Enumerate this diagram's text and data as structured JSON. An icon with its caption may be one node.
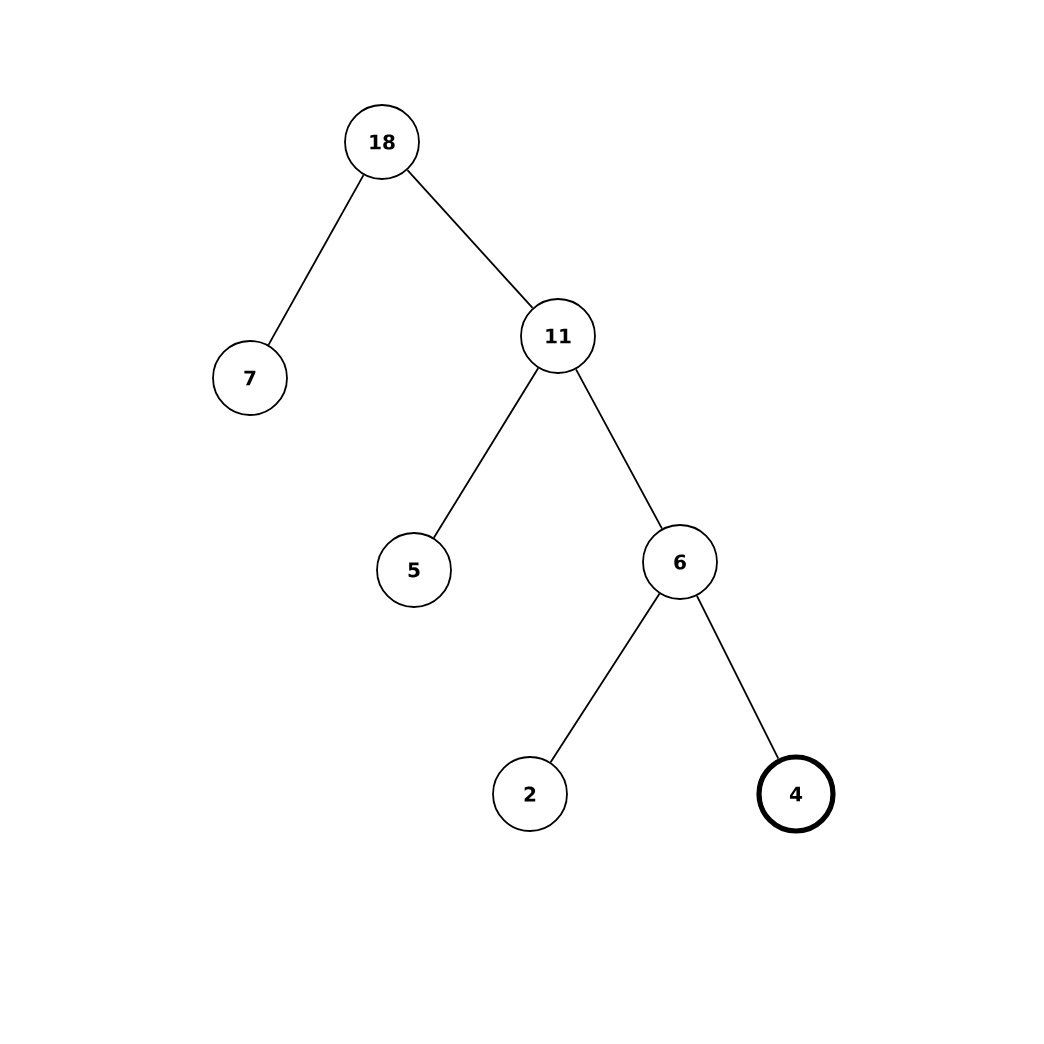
{
  "diagram": {
    "nodes": [
      {
        "text": [
          "18"
        ]
      },
      {
        "text": [
          "7"
        ]
      },
      {
        "text": [
          "11"
        ]
      },
      {
        "text": [
          "5"
        ]
      },
      {
        "text": [
          "6"
        ]
      },
      {
        "text": [
          "2"
        ]
      },
      {
        "text": [
          "4"
        ]
      }
    ],
    "edges": [
      {
        "from": 0,
        "to": 1,
        "arrow": "none"
      },
      {
        "from": 0,
        "to": 2,
        "arrow": "none"
      },
      {
        "from": 2,
        "to": 3,
        "arrow": "none"
      },
      {
        "from": 2,
        "to": 4,
        "arrow": "none"
      },
      {
        "from": 4,
        "to": 5,
        "arrow": "none"
      },
      {
        "from": 4,
        "to": 6,
        "arrow": "none"
      }
    ]
  }
}
